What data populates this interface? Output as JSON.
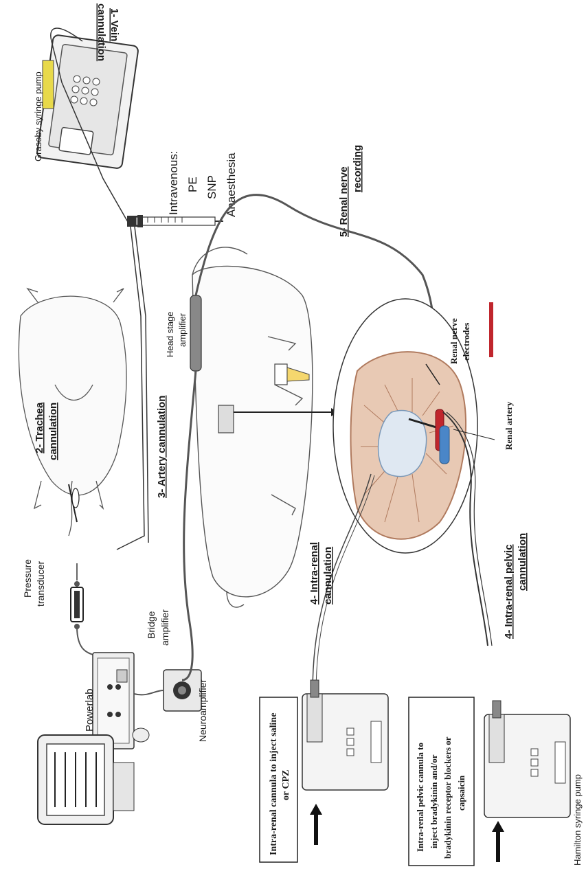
{
  "colors": {
    "kidney_cortex": "#e8c9b4",
    "kidney_cortex_stroke": "#b07a5e",
    "renal_artery": "#c0262d",
    "renal_vein": "#4a86c8",
    "electrode_bar": "#c0262d",
    "cable": "#555555",
    "syringe_tip": "#f5d76e",
    "pump_yellow": "#e8d94a"
  },
  "labels": {
    "vein_cannulation_1": "1- Vein",
    "vein_cannulation_2": "cannulation",
    "graseby": "Graseby syringe pump",
    "intravenous_title": "Intravenous:",
    "intravenous_pe": "PE",
    "intravenous_snp": "SNP",
    "intravenous_anaesthesia": "Anaesthesia",
    "renal_nerve_rec_1": "5- Renal nerve",
    "renal_nerve_rec_2": "recording",
    "trachea_1": "2- Trachea",
    "trachea_2": "cannulation",
    "artery_cannulation": "3- Artery cannulation",
    "head_stage_1": "Head stage",
    "head_stage_2": "amplifier",
    "renal_nerve_electrodes_1": "Renal nerve",
    "renal_nerve_electrodes_2": "electrodes",
    "renal_artery": "Renal artery",
    "pressure_transducer_1": "Pressure",
    "pressure_transducer_2": "transducer",
    "bridge_amp_1": "Bridge",
    "bridge_amp_2": "amplifier",
    "powerlab": "Powerlab",
    "neuroamplifier": "Neuroamplifier",
    "intra_renal_1": "4- Intra-renal",
    "intra_renal_2": "cannulation",
    "intra_renal_pelvic_1": "4- Intra-renal pelvic",
    "intra_renal_pelvic_2": "cannulation",
    "box1_line1": "Intra-renal cannula to inject saline",
    "box1_line2": "or CPZ",
    "box2_line1": "Intra-renal pelvic cannula to",
    "box2_line2": "inject bradykinin and/or",
    "box2_line3": "bradykinin receptor blockers or",
    "box2_line4": "capsaicin",
    "hamilton": "Hamilton syringe pump"
  }
}
